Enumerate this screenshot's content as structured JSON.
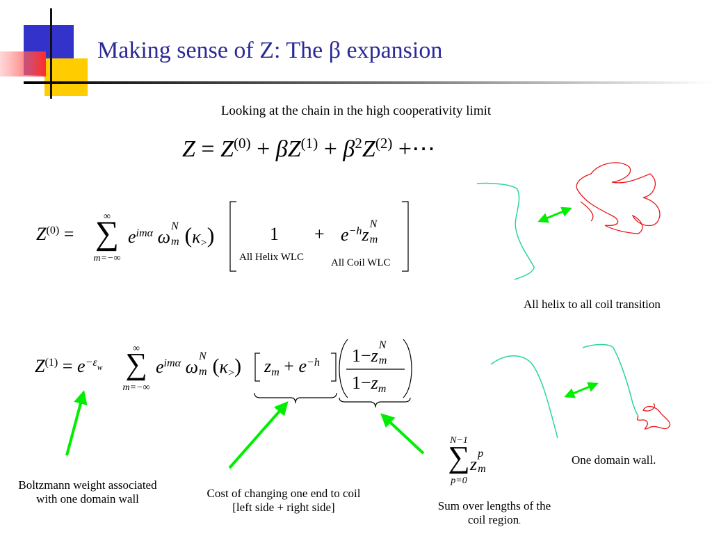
{
  "slide": {
    "title": "Making sense of Z: The β expansion",
    "subtitle": "Looking at the chain in the high cooperativity limit"
  },
  "equations": {
    "main": {
      "Z": "Z",
      "eq": "=",
      "plus": "+",
      "beta": "β",
      "two": "2",
      "s0": "(0)",
      "s1": "(1)",
      "s2": "(2)",
      "dots": "⋯"
    },
    "z0": {
      "lhs": "Z",
      "sup": "(0)",
      "eq": "=",
      "sum": "∑",
      "sum_top": "∞",
      "sum_bottom": "m=−∞",
      "e": "e",
      "exp": "imα",
      "omega": "ω",
      "omega_sup": "N",
      "omega_sub": "m",
      "lparen": "(",
      "kappa": "κ",
      "kappa_sub": ">",
      "rparen": ")",
      "one": "1",
      "plus": "+",
      "exp_h": "−h",
      "z": "z",
      "z_sup": "N",
      "z_sub": "m",
      "label_helix": "All Helix WLC",
      "label_coil": "All Coil WLC"
    },
    "z1": {
      "lhs": "Z",
      "sup": "(1)",
      "eq": "=",
      "e": "e",
      "exp_w": "−ε",
      "exp_w_sub": "w",
      "sum": "∑",
      "sum_top": "∞",
      "sum_bottom": "m=−∞",
      "exp": "imα",
      "omega": "ω",
      "omega_sup": "N",
      "omega_sub": "m",
      "lparen": "(",
      "kappa": "κ",
      "kappa_sub": ">",
      "rparen": ")",
      "z": "z",
      "z_sub": "m",
      "plus": "+",
      "exp_h": "−h",
      "frac_num_one": "1−",
      "frac_den_one": "1−",
      "frac_num_sup": "N"
    },
    "sum_p": {
      "sum": "∑",
      "top": "N−1",
      "bottom": "p=0",
      "z": "z",
      "z_sup": "p",
      "z_sub": "m"
    }
  },
  "annotations": {
    "helix_coil": "All helix to all coil transition",
    "domain_wall": "One domain wall.",
    "boltzmann_line1": "Boltzmann weight associated",
    "boltzmann_line2": "with one domain wall",
    "cost_line1": "Cost of changing one end to coil",
    "cost_line2": "[left side + right side]",
    "sum_line1": "Sum over lengths of the",
    "sum_line2": "coil region",
    "sum_period": "."
  },
  "colors": {
    "title": "#2a2a96",
    "arrow": "#00ee00",
    "helix_curve": "#2ad4a0",
    "coil_curve": "#e8181c",
    "deco_blue": "#3333cc",
    "deco_yellow": "#ffcc00",
    "deco_red": "#ff3333"
  }
}
